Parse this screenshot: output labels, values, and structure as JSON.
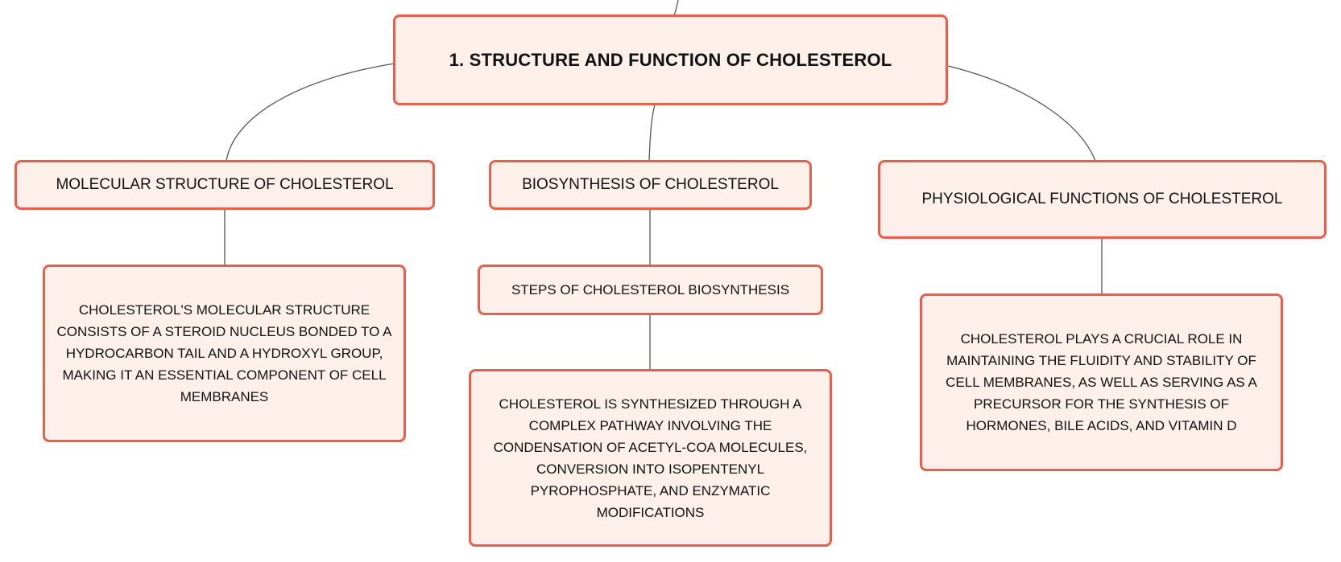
{
  "root": {
    "label": "1. STRUCTURE AND FUNCTION OF CHOLESTEROL"
  },
  "topics": [
    {
      "label": "MOLECULAR STRUCTURE OF CHOLESTEROL"
    },
    {
      "label": "BIOSYNTHESIS OF CHOLESTEROL"
    },
    {
      "label": "PHYSIOLOGICAL FUNCTIONS OF CHOLESTEROL"
    }
  ],
  "subtopics": [
    {
      "label": "STEPS OF CHOLESTEROL BIOSYNTHESIS"
    }
  ],
  "details": [
    {
      "text": "CHOLESTEROL'S MOLECULAR STRUCTURE CONSISTS OF A STEROID NUCLEUS BONDED TO A HYDROCARBON TAIL AND A HYDROXYL GROUP, MAKING IT AN ESSENTIAL COMPONENT OF CELL MEMBRANES"
    },
    {
      "text": "CHOLESTEROL IS SYNTHESIZED THROUGH A COMPLEX PATHWAY INVOLVING THE CONDENSATION OF ACETYL-COA MOLECULES, CONVERSION INTO ISOPENTENYL PYROPHOSPHATE, AND ENZYMATIC MODIFICATIONS"
    },
    {
      "text": "CHOLESTEROL PLAYS A CRUCIAL ROLE IN MAINTAINING THE FLUIDITY AND STABILITY OF CELL MEMBRANES, AS WELL AS SERVING AS A PRECURSOR FOR THE SYNTHESIS OF HORMONES, BILE ACIDS, AND VITAMIN D"
    }
  ],
  "colors": {
    "node_fill": "#fdf0ea",
    "node_border": "#e8604c",
    "connector": "#555555",
    "text": "#111111"
  }
}
